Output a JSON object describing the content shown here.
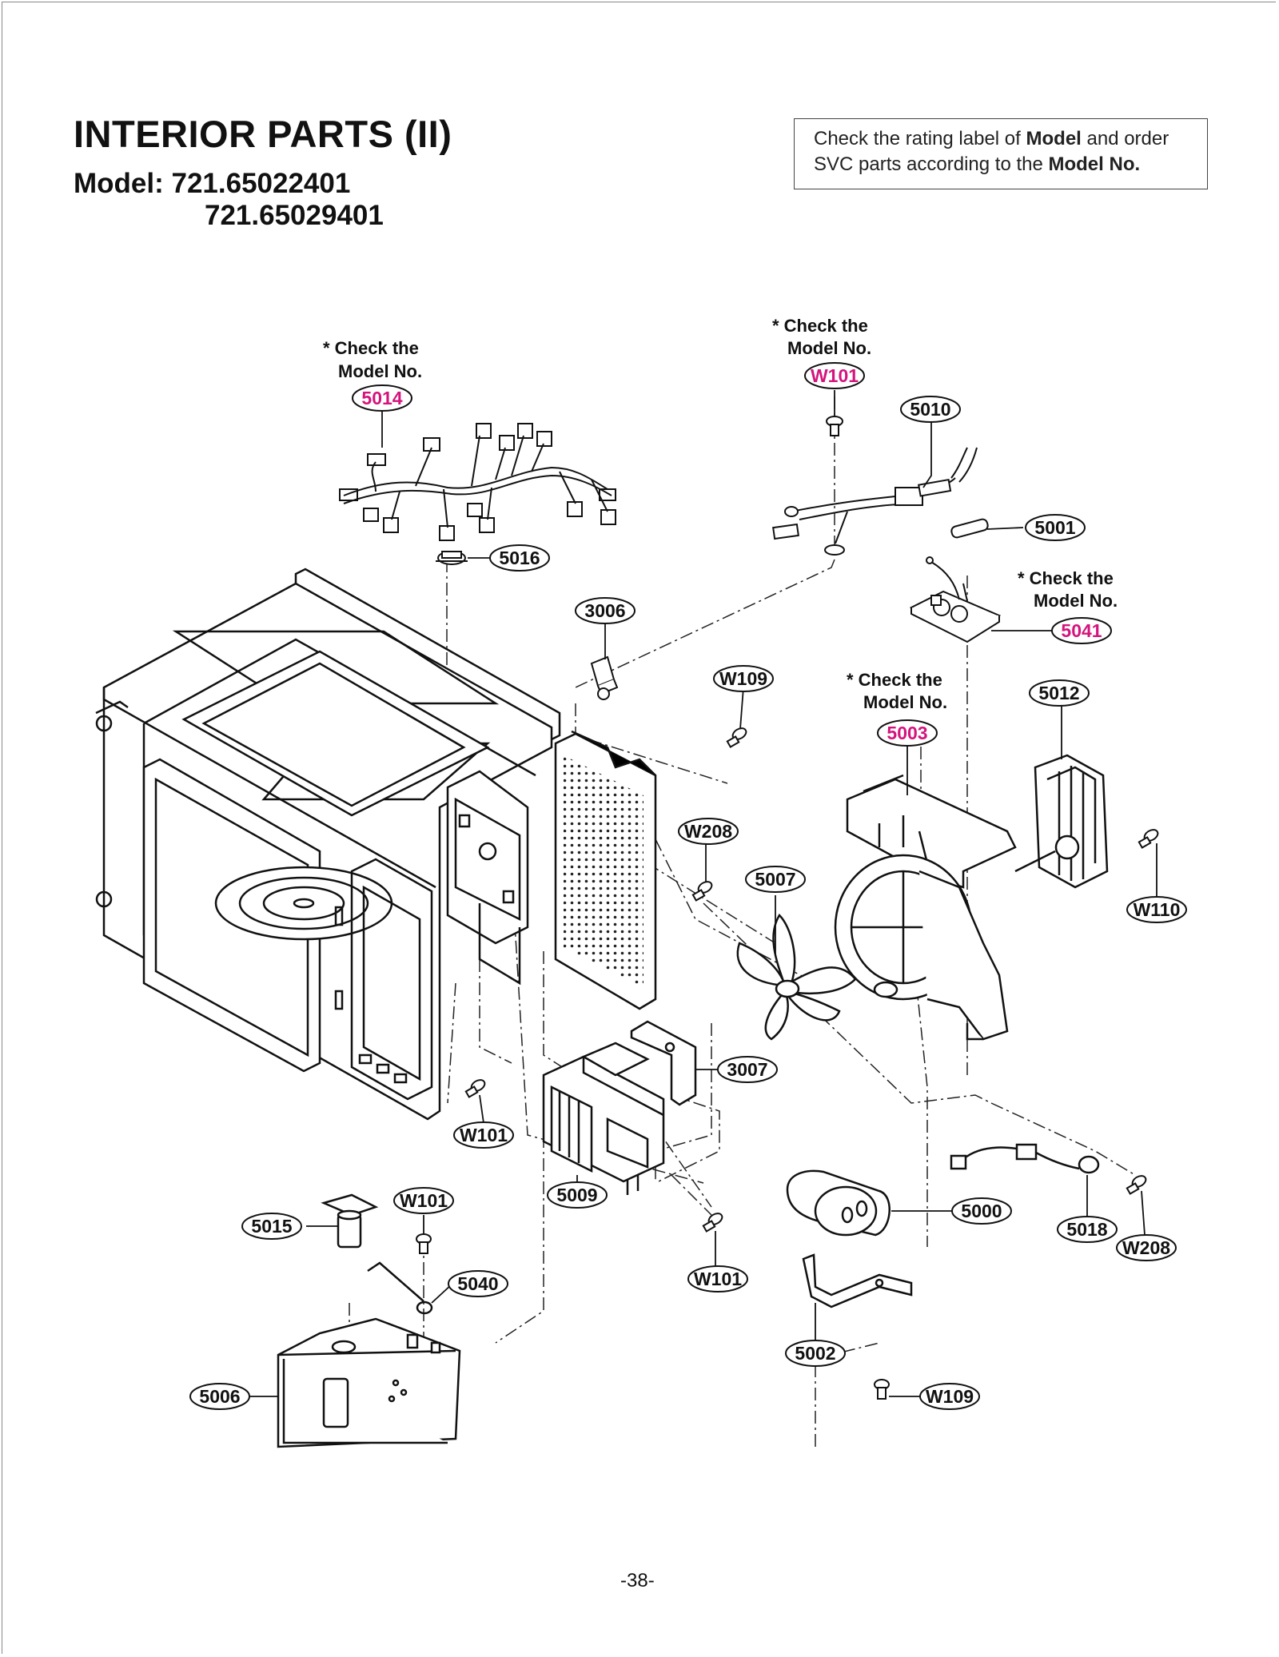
{
  "header": {
    "title": "INTERIOR PARTS (II)",
    "model_label": "Model: 721.65022401",
    "model_second": "721.65029401"
  },
  "notice": {
    "part1": "Check the rating label of ",
    "bold1": "Model",
    "part2": " and order SVC parts according to the ",
    "bold2": "Model No."
  },
  "colors": {
    "highlight": "#d4147c",
    "line": "#111111"
  },
  "notes": [
    {
      "id": "note-5014",
      "line1": "* Check the",
      "line2": "Model No."
    },
    {
      "id": "note-w101",
      "line1": "* Check the",
      "line2": "Model No."
    },
    {
      "id": "note-5041",
      "line1": "* Check the",
      "line2": "Model No."
    },
    {
      "id": "note-5003",
      "line1": "* Check the",
      "line2": "Model No."
    }
  ],
  "callouts": [
    {
      "label": "5014",
      "highlight": true
    },
    {
      "label": "W101",
      "highlight": true
    },
    {
      "label": "5010",
      "highlight": false
    },
    {
      "label": "5001",
      "highlight": false
    },
    {
      "label": "5016",
      "highlight": false
    },
    {
      "label": "5041",
      "highlight": true
    },
    {
      "label": "3006",
      "highlight": false
    },
    {
      "label": "W109",
      "highlight": false
    },
    {
      "label": "5003",
      "highlight": true
    },
    {
      "label": "5012",
      "highlight": false
    },
    {
      "label": "W208",
      "highlight": false
    },
    {
      "label": "5007",
      "highlight": false
    },
    {
      "label": "W110",
      "highlight": false
    },
    {
      "label": "3007",
      "highlight": false
    },
    {
      "label": "W101",
      "highlight": false
    },
    {
      "label": "5009",
      "highlight": false
    },
    {
      "label": "W101",
      "highlight": false
    },
    {
      "label": "5015",
      "highlight": false
    },
    {
      "label": "W101",
      "highlight": false
    },
    {
      "label": "5000",
      "highlight": false
    },
    {
      "label": "5018",
      "highlight": false
    },
    {
      "label": "W208",
      "highlight": false
    },
    {
      "label": "5040",
      "highlight": false
    },
    {
      "label": "5002",
      "highlight": false
    },
    {
      "label": "5006",
      "highlight": false
    },
    {
      "label": "W109",
      "highlight": false
    }
  ],
  "footer": {
    "page_number": "-38-"
  }
}
